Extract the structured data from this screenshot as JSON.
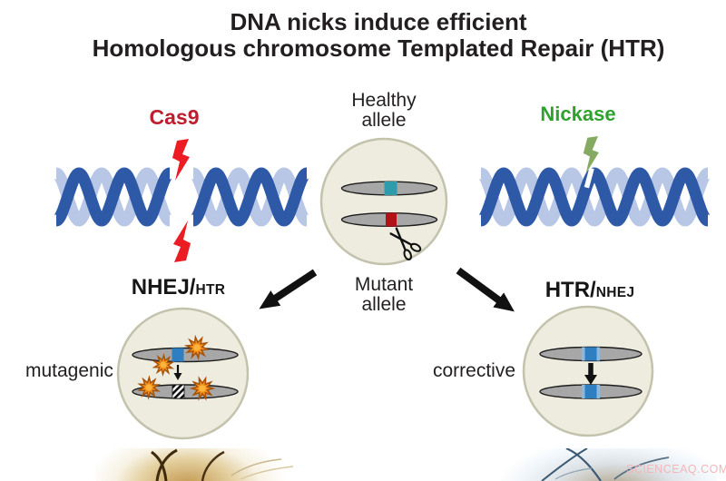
{
  "title": {
    "line1": "DNA nicks induce efficient",
    "line2": "Homologous chromosome Templated Repair (HTR)"
  },
  "labels": {
    "cas9": "Cas9",
    "nickase": "Nickase",
    "healthy_allele": "Healthy\nallele",
    "mutant_allele": "Mutant\nallele",
    "mutagenic": "mutagenic",
    "corrective": "corrective"
  },
  "pathways": {
    "left": {
      "main": "NHEJ/",
      "sub": "HTR"
    },
    "right": {
      "main": "HTR/",
      "sub": "NHEJ"
    }
  },
  "icons": {
    "cas9_cut": "red-lightning-bolt",
    "nickase_cut": "green-lightning-bolt",
    "scissors": "scissors",
    "damage": "orange-starburst",
    "mutation": "hatched-box"
  },
  "watermark": "SCIENCEAQ.COM",
  "colors": {
    "text": "#231f20",
    "dna_dark": "#2e59a7",
    "dna_light": "#b9c7e6",
    "cas9_text": "#be1e2d",
    "bolt_red": "#ec1c24",
    "nickase_text": "#2fa12e",
    "bolt_green": "#85ab63",
    "cell_fill": "#edecdf",
    "cell_border": "#c3c3ad",
    "chromosome": "#a7a7a7",
    "allele_teal": "#2f9cab",
    "allele_red": "#b01218",
    "allele_blue": "#2e7ec2",
    "damage_orange": "#f6921e",
    "watermark": "#f3b6ba"
  }
}
